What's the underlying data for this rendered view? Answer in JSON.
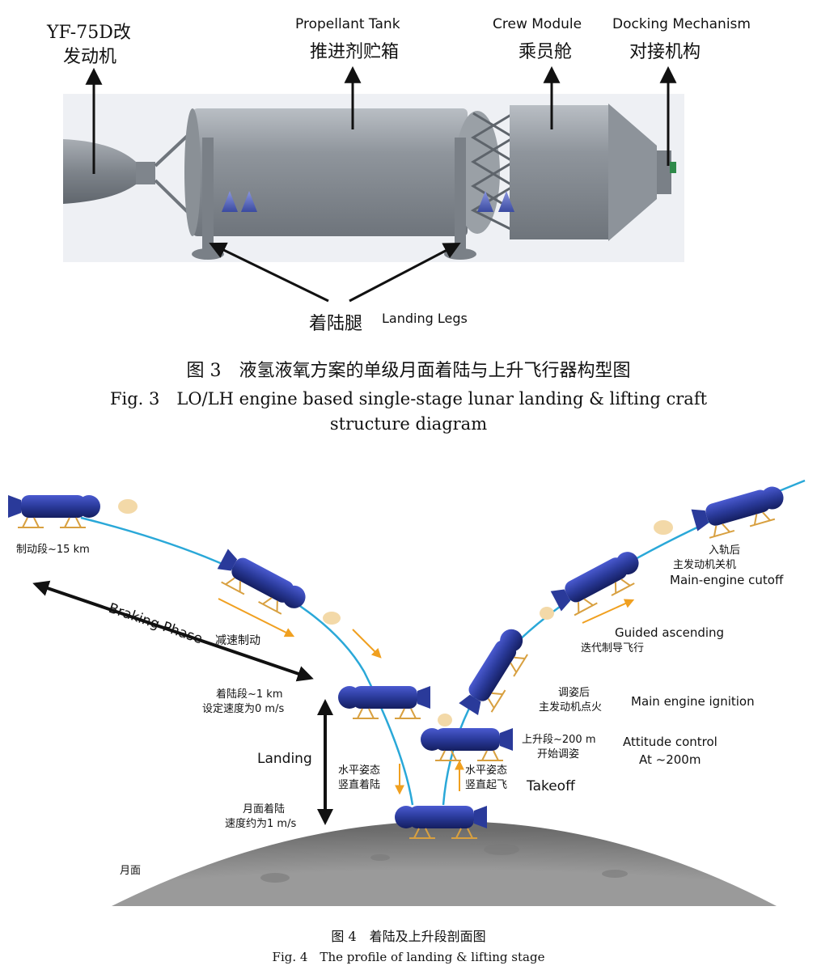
{
  "fig3": {
    "labels": {
      "engine_en": "YF-75D改",
      "engine_cn": "发动机",
      "tank_en": "Propellant Tank",
      "tank_cn": "推进剂贮箱",
      "crew_en": "Crew Module",
      "crew_cn": "乘员舱",
      "dock_en": "Docking Mechanism",
      "dock_cn": "对接机构",
      "legs_cn": "着陆腿",
      "legs_en": "Landing Legs"
    },
    "caption_cn": "图 3　液氢液氧方案的单级月面着陆与上升飞行器构型图",
    "caption_en_1": "Fig. 3　LO/LH engine based single-stage lunar landing & lifting craft",
    "caption_en_2": "structure diagram"
  },
  "fig4": {
    "labels": {
      "braking_alt": "制动段~15 km",
      "braking_en": "Braking Phase",
      "braking_cn": "减速制动",
      "landing_seg_1": "着陆段~1 km",
      "landing_seg_2": "设定速度为0 m/s",
      "landing_en": "Landing",
      "touchdown_1": "月面着陆",
      "touchdown_2": "速度约为1 m/s",
      "moon_surface": "月面",
      "horiz_land_1": "水平姿态",
      "horiz_land_2": "竖直着陆",
      "horiz_takeoff_1": "水平姿态",
      "horiz_takeoff_2": "竖直起飞",
      "takeoff_en": "Takeoff",
      "ascent_seg_1": "上升段~200 m",
      "ascent_seg_2": "开始调姿",
      "attitude_en_1": "Attitude control",
      "attitude_en_2": "At ~200m",
      "ignition_cn_1": "调姿后",
      "ignition_cn_2": "主发动机点火",
      "ignition_en": "Main engine ignition",
      "guided_en": "Guided ascending",
      "guided_cn": "迭代制导飞行",
      "cutoff_cn_1": "入轨后",
      "cutoff_cn_2": "主发动机关机",
      "cutoff_en": "Main-engine cutoff"
    },
    "caption_cn": "图 4　着陆及上升段剖面图",
    "caption_en": "Fig. 4　The profile of landing & lifting stage"
  },
  "colors": {
    "craft_body": "#2a3a9a",
    "trajectory": "#2aa8d8",
    "arrow_orange": "#f0a020",
    "legs": "#d8a040",
    "moon": "#8c8c8c",
    "render_bg": "#eef0f4",
    "hull_grey": "#8a9096"
  }
}
